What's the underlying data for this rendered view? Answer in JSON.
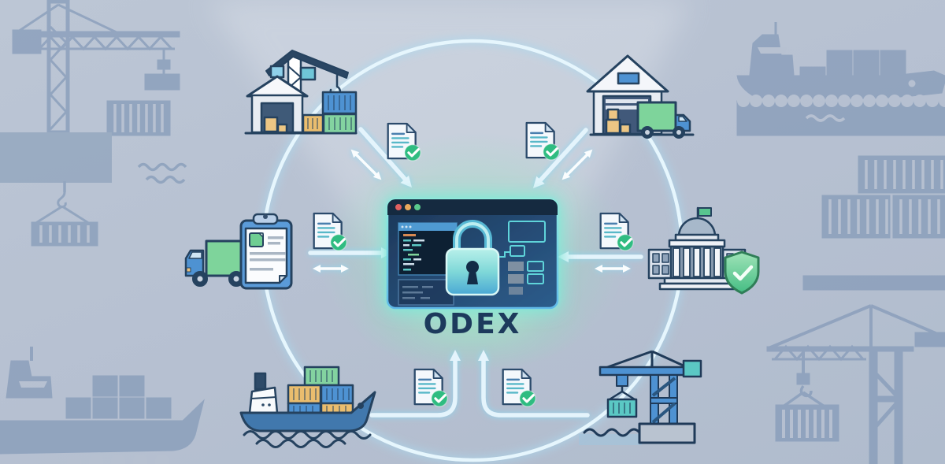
{
  "center": {
    "label": "ODEX",
    "meaning": "secure-document-exchange-platform",
    "window_elements": [
      "browser-window",
      "traffic-lights",
      "code-panel",
      "padlock",
      "workflow-widgets"
    ],
    "traffic_light_colors": [
      "#df6060",
      "#e7a85c",
      "#59c98c"
    ],
    "accent_color": "#5fd4da",
    "glow_color": "#8fe8c2",
    "label_color": "#1d3a5c"
  },
  "ring": {
    "color": "#e6f6fd",
    "glow_color": "#9fd9f2",
    "shape": "circle"
  },
  "nodes": [
    {
      "id": "container-terminal-crane",
      "position": "top-left"
    },
    {
      "id": "warehouse-with-truck",
      "position": "top-right"
    },
    {
      "id": "delivery-truck-with-clipboard",
      "position": "left"
    },
    {
      "id": "customs-government-building",
      "position": "right",
      "badge": "shield-check"
    },
    {
      "id": "container-cargo-ship",
      "position": "bottom-left"
    },
    {
      "id": "harbor-container-crane",
      "position": "bottom-right"
    }
  ],
  "documents": {
    "count": 6,
    "icon": "document-check-icon",
    "badge_color": "#2fbc81",
    "line_color": "#58b8c8",
    "paper_color": "#f4f8fc"
  },
  "arrows": {
    "inbound_glow_arrows": 6,
    "two_way_exchange_arrows": 4,
    "color": "#e4f4fc"
  },
  "background": {
    "base_color": "#b7c1d1",
    "silhouette_color": "#849ab8",
    "silhouettes": [
      "tower-crane-top-left",
      "hook-with-container",
      "wave-lines",
      "cargo-ship-top-right",
      "container-stacks-right",
      "cargo-ship-bottom-left",
      "harbor-crane-bottom-right"
    ]
  }
}
